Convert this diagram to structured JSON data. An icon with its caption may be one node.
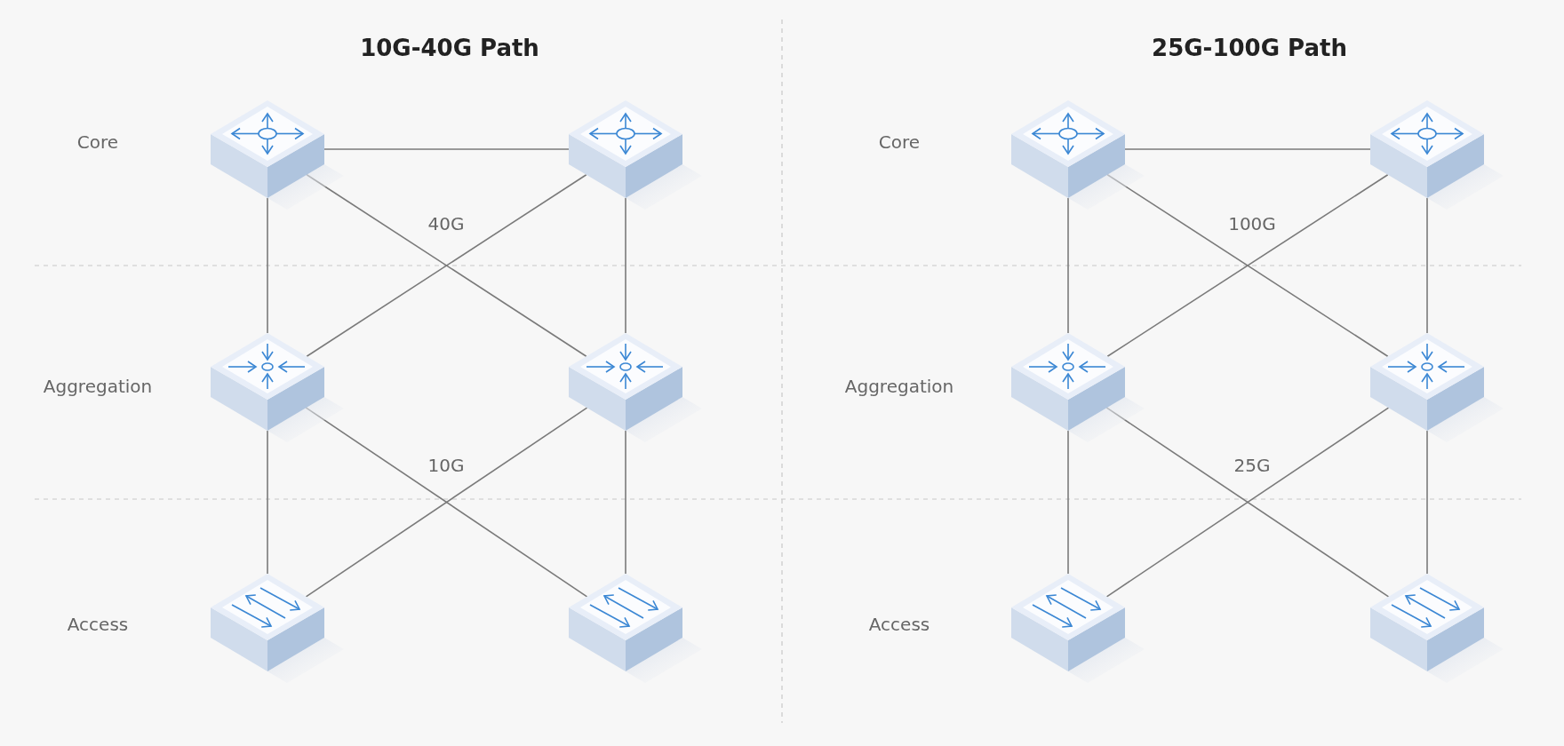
{
  "diagram": {
    "nodes": [
      {
        "text": [],
        "shape": "box"
      },
      {
        "text": [],
        "shape": "box"
      },
      {
        "text": [],
        "shape": "box"
      },
      {
        "text": [],
        "shape": "box"
      },
      {
        "text": [],
        "shape": "box"
      },
      {
        "text": [],
        "shape": "box"
      },
      {
        "text": [],
        "shape": "box"
      },
      {
        "text": [],
        "shape": "box"
      },
      {
        "text": [],
        "shape": "box"
      },
      {
        "text": [],
        "shape": "box"
      },
      {
        "text": [],
        "shape": "box"
      },
      {
        "text": [],
        "shape": "box"
      }
    ],
    "edges": [
      {
        "from": 0,
        "to": 1,
        "arrow": "none"
      },
      {
        "from": 0,
        "to": 2,
        "arrow": "none"
      },
      {
        "from": 0,
        "to": 3,
        "arrow": "none"
      },
      {
        "from": 1,
        "to": 2,
        "arrow": "none"
      },
      {
        "from": 1,
        "to": 3,
        "arrow": "none"
      },
      {
        "from": 2,
        "to": 4,
        "arrow": "none"
      },
      {
        "from": 2,
        "to": 5,
        "arrow": "none"
      },
      {
        "from": 3,
        "to": 4,
        "arrow": "none"
      },
      {
        "from": 3,
        "to": 5,
        "arrow": "none"
      },
      {
        "from": 6,
        "to": 7,
        "arrow": "none"
      },
      {
        "from": 6,
        "to": 8,
        "arrow": "none"
      },
      {
        "from": 6,
        "to": 9,
        "arrow": "none"
      },
      {
        "from": 7,
        "to": 8,
        "arrow": "none"
      },
      {
        "from": 7,
        "to": 9,
        "arrow": "none"
      },
      {
        "from": 8,
        "to": 10,
        "arrow": "none"
      },
      {
        "from": 8,
        "to": 11,
        "arrow": "none"
      },
      {
        "from": 9,
        "to": 10,
        "arrow": "none"
      },
      {
        "from": 9,
        "to": 11,
        "arrow": "none"
      }
    ],
    "labels": [
      "10G-40G Path",
      "25G-100G Path",
      "Core",
      "Core",
      "40G",
      "100G",
      "Aggregation",
      "Aggregation",
      "10G",
      "25G",
      "Access",
      "Access"
    ]
  }
}
